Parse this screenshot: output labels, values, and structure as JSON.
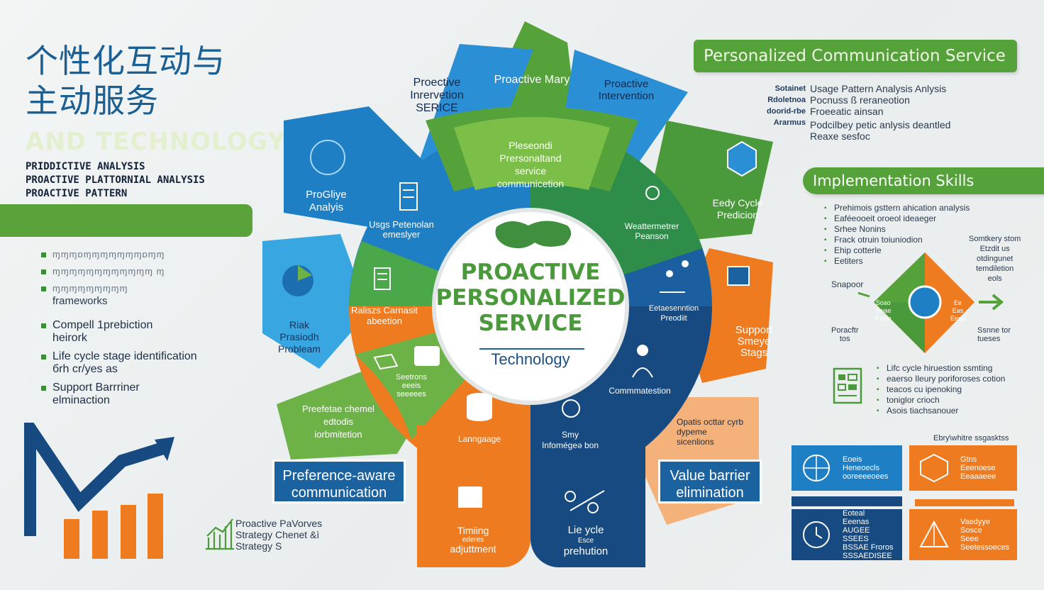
{
  "title": {
    "cn_line1": "个性化互动与",
    "cn_line2": "主动服务",
    "ghost": "AND TECHNOLOGY"
  },
  "left_caps": [
    "PRIDDICTIVE ANALYSIS",
    "PROACTIVE PLATTORNIAL ANALYSIS",
    "PROACTIVE PATTERN"
  ],
  "left_list": {
    "faint": [
      "ɱɱɱɒɱɱɱɱɱɱɱɒɱɱ",
      "ɱɱɱɱɱɱɱɱɱɱɱɱ ɱ",
      "ɱɱɱɱɱɱɱɱɱ"
    ],
    "faint_tail": "frameworks",
    "items": [
      "Compell 1prebiction\nheirork",
      "Life cycle stage identification\nбrh cr/yes as",
      "Support  Barrriner\nelminaction"
    ]
  },
  "bottom_left_caption": [
    "Proactive PaVorves",
    "Strategy Chenet &ì",
    "Strategy S"
  ],
  "center": {
    "line1": "PROACTIVE",
    "line2": "PERSONALIZED",
    "line3": "SERVICE",
    "subtitle": "Technology"
  },
  "top_green_text": [
    "Pleseondi",
    "Prersonaltand",
    "service",
    "communicetion"
  ],
  "petals": {
    "top_center": "Proactive Mary",
    "top_left": [
      "Proective",
      "Inrervetion",
      "SERICE"
    ],
    "top_right": [
      "Proactive",
      "Intervention"
    ],
    "left_top": [
      "ProGliye",
      "Analyis"
    ],
    "left_mid": [
      "Riak",
      "Prasiodh",
      "Probleam"
    ],
    "left_bottom": [
      "Preefetae chemel",
      "edtodis",
      "iorbmitetion"
    ],
    "right_top": [
      "Eedy Cycle",
      "Predicion"
    ],
    "right_mid": [
      "Support",
      "Smeye",
      "Stags"
    ],
    "right_bottom": [
      "Opatis octtar cyrb",
      "dypeme",
      "sicenlions"
    ],
    "orange_bottom": [
      "Timiing",
      "ederes",
      "adjuttment"
    ],
    "blue_bottom": [
      "Lie ycle",
      "Esce",
      "prehution"
    ]
  },
  "ring_labels": {
    "usage": [
      "Usgs Petenolan",
      "emeslyer"
    ],
    "weather": [
      "Weattermetrer",
      "Peanson"
    ],
    "retention": [
      "Raliszs Carnasit",
      "abeetion"
    ],
    "evaluation": [
      "Eetaesenntion",
      "Preodiit"
    ],
    "selection": [
      "Seetrons",
      "eeeis",
      "seeeees"
    ],
    "communication": "Commmatestion",
    "language": "Lanngaage",
    "smart": [
      "Smy",
      "Infomégeə bon"
    ]
  },
  "tags": {
    "preference": [
      "Preference-aware",
      "communication"
    ],
    "value": [
      "Value barrier",
      "elimination"
    ]
  },
  "header_communication": "Personalized Communication Service",
  "comm_left": [
    "Sotainet",
    "Rdoletnoa",
    "",
    "doorid-rbe",
    "Ararmus"
  ],
  "comm_right": [
    "Usage Pattern Analysis Anlysis",
    "Pocnuss ß reraneotion",
    "Froeeatic ainsan",
    "Podcilbey petic anlysis deantled",
    "Reaxe sesfoc"
  ],
  "header_skills": "Implementation Skills",
  "skills_list": [
    "Prehimois gsttern ahication analysis",
    "Eaféeooeit oroeol ideaeger",
    "Srhee Nonins",
    "Frack otruin  toiuniodion",
    "Ehip cotterle",
    "Eetiters"
  ],
  "skills_side": [
    "Somtkery stom",
    "Etzdit us",
    "otdingunet",
    "temdiletion",
    "eols"
  ],
  "diamond": {
    "left": "Snapoor",
    "right": [
      "Ssnne tor",
      "tueses"
    ],
    "bottom_left": [
      "Poracftr",
      "tos"
    ],
    "q_left": [
      "Soao",
      "Swae",
      "Ewon"
    ],
    "q_right": [
      "Ee",
      "Eas",
      "Eeae"
    ]
  },
  "lifecycle_list": [
    "Lifc cycle hiruestion ssmting",
    "eaerso Ileury poriforoses cotion",
    "teacos cu ipenoking",
    "toniglor crioch",
    "Asois tiachsanouer"
  ],
  "panels_header": "Ebry\\whitre ssgasktss",
  "panels": {
    "p1": [
      "Eoeis",
      "Heneoecls",
      "ooreeeeoees"
    ],
    "p2": [
      "Gtns",
      "Eeenoese",
      "Eeaaaeee"
    ],
    "p3": [
      "Eoteal",
      "Eeenas",
      "AUGEE SSEES",
      "BSSAE Froros",
      "SSSAEDISEE"
    ],
    "p4": [
      "Vaedyye",
      "Sosce",
      "Seee",
      "Seetessoeces"
    ]
  },
  "colors": {
    "green": "#55a23a",
    "dark_green": "#2f7d32",
    "blue": "#1b62a0",
    "navy": "#164a80",
    "light_blue": "#2b8fd6",
    "orange": "#ef7b21"
  }
}
